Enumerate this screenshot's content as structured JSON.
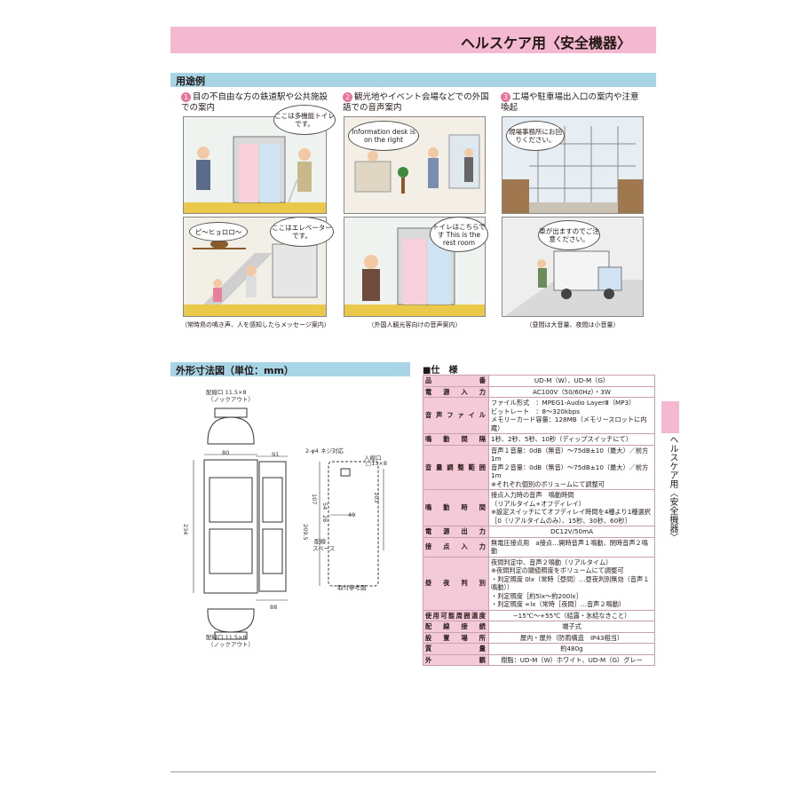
{
  "header": {
    "title": "ヘルスケア用〈安全機器〉"
  },
  "use_cases": {
    "section_title": "用途例",
    "items": [
      {
        "num": "1",
        "title": "目の不自由な方の鉄道駅や公共施設での案内",
        "bubble_top": "ここは多機能トイレです。",
        "bubble_bottom_left": "ピ〜ヒョロロ〜",
        "bubble_bottom_right": "ここはエレベーターです。",
        "caption": "（常時鳥の鳴き声、人を感知したらメッセージ案内）"
      },
      {
        "num": "2",
        "title": "観光地やイベント会場などでの外国語での音声案内",
        "bubble_top": "Information desk is on the right",
        "bubble_bottom": "トイレはこちらです This is the rest room",
        "caption": "（外国人観光客向けの音声案内）"
      },
      {
        "num": "3",
        "title": "工場や駐車場出入口の案内や注意喚起",
        "bubble_top": "現場事務所にお回りください。",
        "bubble_bottom": "車が出ますのでご注意ください。",
        "caption": "（昼間は大音量、夜間は小音量）"
      }
    ]
  },
  "diagram": {
    "section_title": "外形寸法図（単位：mm）",
    "labels": {
      "wiring_top": "配線口 11.5×8",
      "knockout_top": "（ノックアウト）",
      "wiring_bottom": "配線口 11.5×8",
      "knockout_bottom": "（ノックアウト）",
      "screw": "2-φ4 ネジ対応",
      "entry": "入線口",
      "entry_size": "□13×8",
      "wiring_space": "配線",
      "wiring_space2": "スペース",
      "ref": "取付参考図",
      "d80": "80",
      "d91": "91",
      "d88": "88",
      "d234": "234",
      "d107": "107",
      "d54": "54",
      "d28": "28",
      "d49": "49",
      "d2095": "209.5",
      "d103": "103"
    }
  },
  "spec": {
    "title": "■仕　様",
    "rows": [
      {
        "k": "品番",
        "v": [
          "UD-M（W）、UD-M（G）"
        ],
        "center": true
      },
      {
        "k": "電源入力",
        "v": [
          "AC100V（50/60Hz）・3W"
        ],
        "center": true
      },
      {
        "k": "音声ファイル",
        "v": [
          "ファイル形式　：MPEG1-Audio LayerⅢ（MP3）",
          "ビットレート　：8〜320kbps",
          "メモリーカード容量：128MB（メモリースロットに内蔵）"
        ],
        "center": false
      },
      {
        "k": "鳴動間隔",
        "v": [
          "1秒、2秒、5秒、10秒（ディップスイッチにて）"
        ],
        "center": false
      },
      {
        "k": "音量調整範囲",
        "v": [
          "音声１音量：0dB（無音）〜75dB±10（最大）／前方1m",
          "音声２音量：0dB（無音）〜75dB±10（最大）／前方1m",
          "※それぞれ個別のボリュームにて調整可"
        ],
        "center": false
      },
      {
        "k": "鳴動時間",
        "v": [
          "接点入力時の音声　鳴動時間",
          "（リアルタイム+オフディレイ）",
          "※設定スイッチにてオフディレイ時間を4種より1種選択",
          "［0（リアルタイムのみ）、15秒、30秒、60秒］"
        ],
        "center": false
      },
      {
        "k": "電源出力",
        "v": [
          "DC12V/50mA"
        ],
        "center": true
      },
      {
        "k": "接点入力",
        "v": [
          "無電圧接点用　a接点…開時音声１鳴動、閉時音声２鳴動"
        ],
        "center": false
      },
      {
        "k": "昼夜判別",
        "v": [
          "夜間判定中、音声２鳴動（リアルタイム）",
          "※夜間判定の閾値照度をボリュームにて調整可",
          "・判定照度 0lx（常時［昼間］…昼夜判別無効（音声１鳴動））",
          "・判定照度［約5lx〜約200lx］",
          "・判定照度 ∞lx（常時［夜間］…音声２鳴動）"
        ],
        "center": false
      },
      {
        "k": "使用可能周囲温度",
        "v": [
          "−15℃〜+55℃（結露・氷結なきこと）"
        ],
        "center": true
      },
      {
        "k": "配線接続",
        "v": [
          "端子式"
        ],
        "center": true
      },
      {
        "k": "設置場所",
        "v": [
          "屋内・屋外（防雨構造　IP43相当）"
        ],
        "center": true
      },
      {
        "k": "質量",
        "v": [
          "約480g"
        ],
        "center": true
      },
      {
        "k": "外観",
        "v": [
          "樹脂：UD-M（W）ホワイト、UD-M（G）グレー"
        ],
        "center": true
      }
    ]
  },
  "side_tab": {
    "text": "ヘルスケア用〈安全機器〉"
  },
  "colors": {
    "pink": "#f4b8d0",
    "blue": "#a7d5e6",
    "cell_pink": "#f4c9d8"
  }
}
